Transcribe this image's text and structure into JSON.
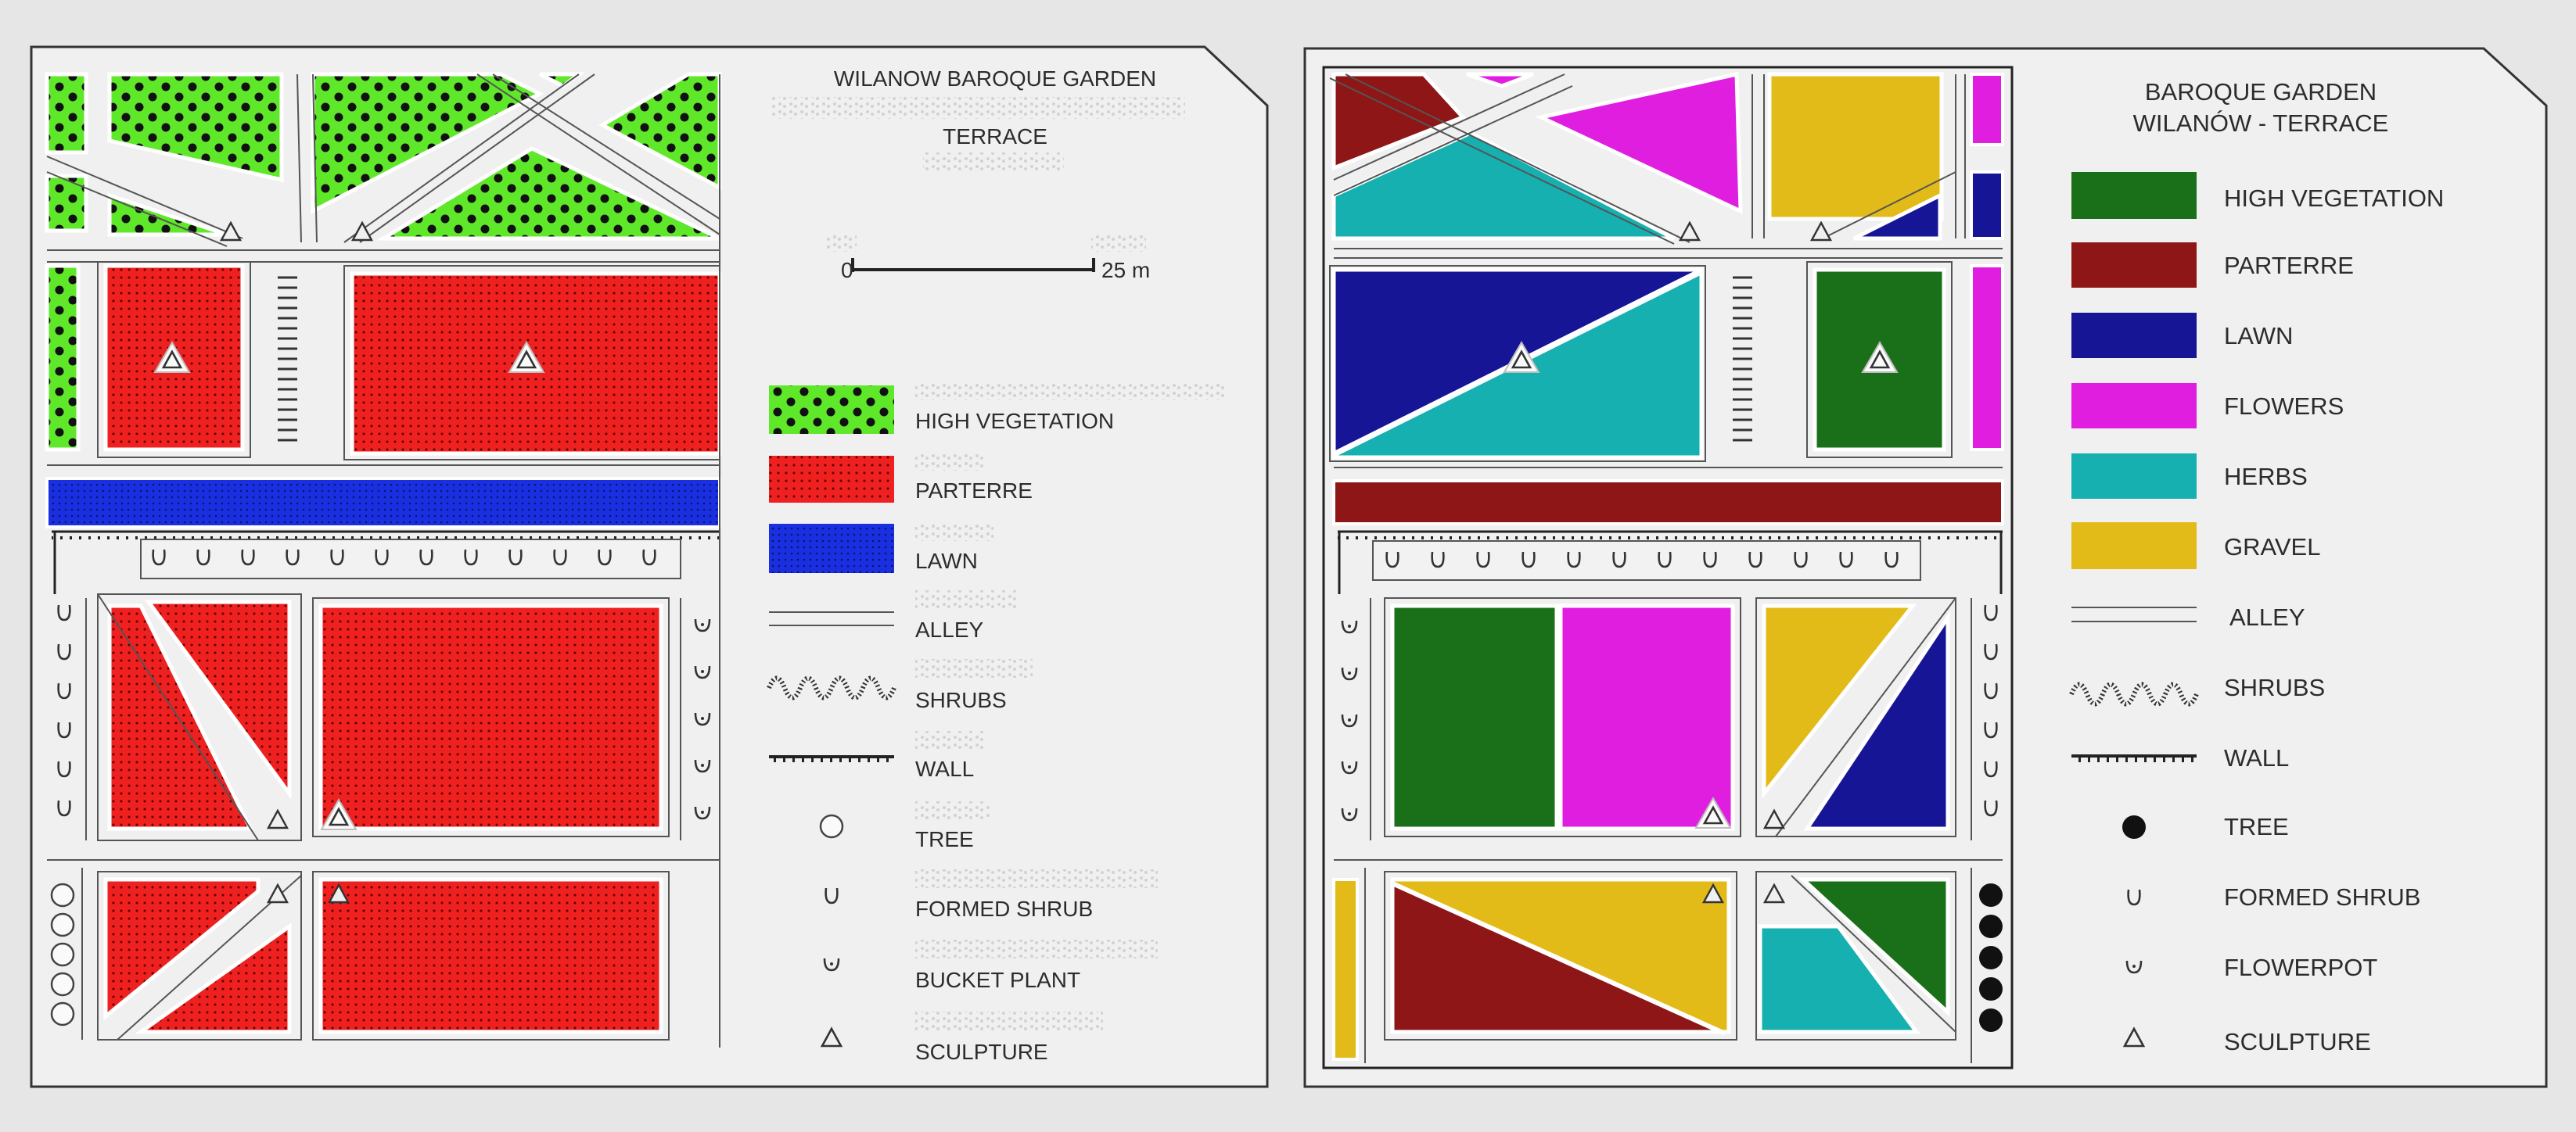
{
  "left_panel": {
    "title": {
      "line1": "WILANOW BAROQUE GARDEN",
      "line2": "TERRACE"
    },
    "scale": {
      "start": "0",
      "end": "25 m"
    },
    "legend": [
      {
        "key": "high_vegetation",
        "label": "HIGH VEGETATION"
      },
      {
        "key": "parterre",
        "label": "PARTERRE"
      },
      {
        "key": "lawn",
        "label": "LAWN"
      },
      {
        "key": "alley",
        "label": "ALLEY"
      },
      {
        "key": "shrubs",
        "label": "SHRUBS"
      },
      {
        "key": "wall",
        "label": "WALL"
      },
      {
        "key": "tree",
        "label": "TREE"
      },
      {
        "key": "formed_shrub",
        "label": "FORMED SHRUB"
      },
      {
        "key": "bucket_plant",
        "label": "BUCKET PLANT"
      },
      {
        "key": "sculpture",
        "label": "SCULPTURE"
      }
    ]
  },
  "right_panel": {
    "title": {
      "line1": "BAROQUE GARDEN",
      "line2": "WILANÓW - TERRACE"
    },
    "legend": [
      {
        "key": "high_vegetation",
        "label": "HIGH VEGETATION"
      },
      {
        "key": "parterre",
        "label": "PARTERRE"
      },
      {
        "key": "lawn",
        "label": "LAWN"
      },
      {
        "key": "flowers",
        "label": "FLOWERS"
      },
      {
        "key": "herbs",
        "label": "HERBS"
      },
      {
        "key": "gravel",
        "label": "GRAVEL"
      },
      {
        "key": "alley",
        "label": "ALLEY"
      },
      {
        "key": "shrubs",
        "label": "SHRUBS"
      },
      {
        "key": "wall",
        "label": "WALL"
      },
      {
        "key": "tree",
        "label": "TREE"
      },
      {
        "key": "formed_shrub",
        "label": "FORMED SHRUB"
      },
      {
        "key": "flowerpot",
        "label": "FLOWERPOT"
      },
      {
        "key": "sculpture",
        "label": "SCULPTURE"
      }
    ]
  },
  "colors": {
    "tactile_high_vegetation": "#5fe82a",
    "tactile_parterre": "#ee2020",
    "tactile_lawn": "#1a2fe0",
    "high_vegetation": "#1a7018",
    "parterre": "#8e1616",
    "lawn": "#151596",
    "flowers": "#e01ee0",
    "herbs": "#16b0b0",
    "gravel": "#e3bb18"
  }
}
